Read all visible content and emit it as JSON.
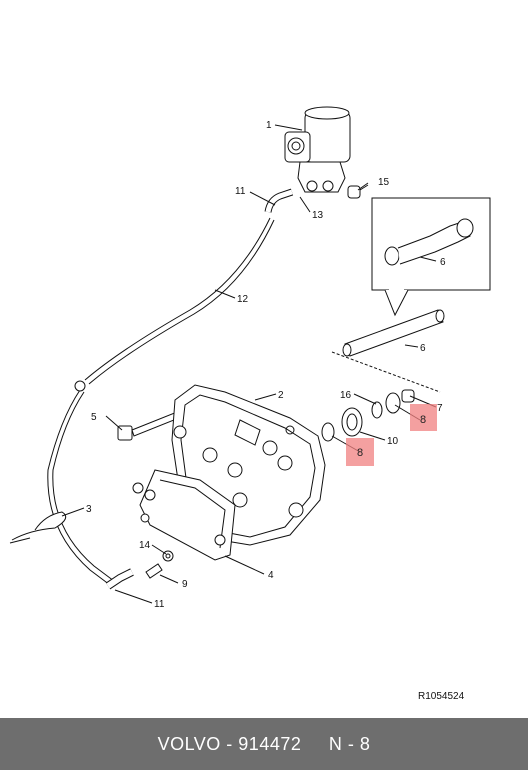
{
  "diagram": {
    "callouts": [
      "1",
      "15",
      "11",
      "13",
      "6",
      "12",
      "6",
      "16",
      "2",
      "7",
      "5",
      "10",
      "8",
      "8",
      "3",
      "14",
      "9",
      "4",
      "11"
    ],
    "highlight_color": "#f08080"
  },
  "reference_code": "R1054524",
  "footer": {
    "brand": "VOLVO",
    "part_number": "914472",
    "position": "N - 8"
  }
}
